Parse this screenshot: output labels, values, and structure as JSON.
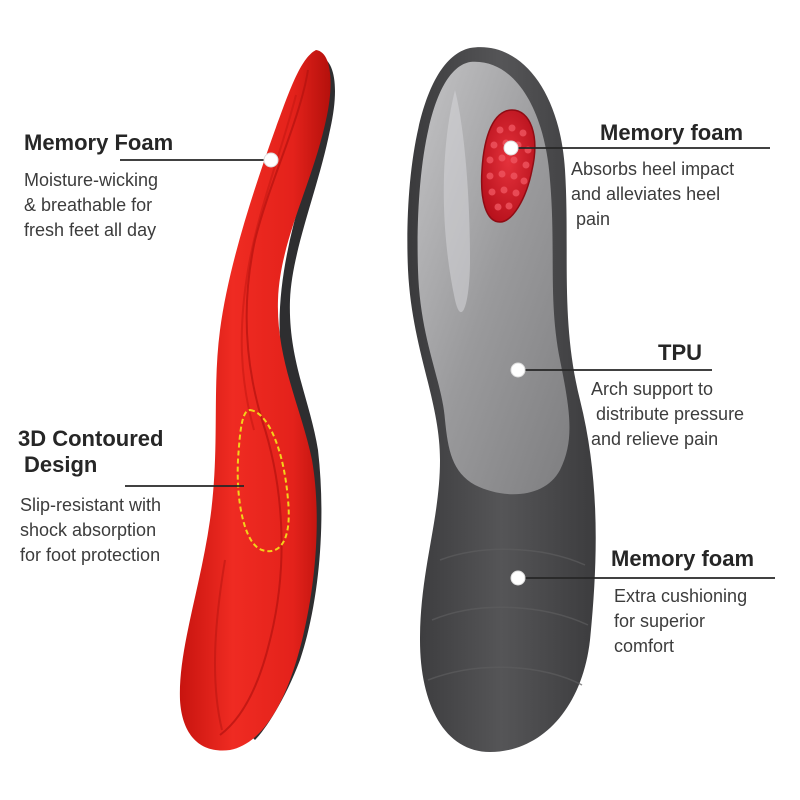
{
  "colors": {
    "insole_red": "#e8231f",
    "insole_red_dark": "#b8120f",
    "insole_bottom_dark": "#4a4a4c",
    "tpu_gray": "#9a9a9c",
    "heel_pad_red": "#d8202e",
    "outline_dash": "#f2d21a",
    "text_dark": "#262626",
    "leader_line": "#262626"
  },
  "callouts": {
    "left_top": {
      "title": "Memory Foam",
      "desc": "Moisture-wicking\n& breathable for\nfresh feet all day"
    },
    "left_bottom": {
      "title_line1": "3D Contoured",
      "title_line2": "Design",
      "desc": "Slip-resistant with\nshock absorption\nfor foot protection"
    },
    "right_top": {
      "title": "Memory foam",
      "desc": "Absorbs heel impact\nand alleviates heel\n pain"
    },
    "right_middle": {
      "title": "TPU",
      "desc": "Arch support to\n distribute pressure\nand relieve pain"
    },
    "right_bottom": {
      "title": "Memory foam",
      "desc": "Extra cushioning\nfor superior\ncomfort"
    }
  }
}
